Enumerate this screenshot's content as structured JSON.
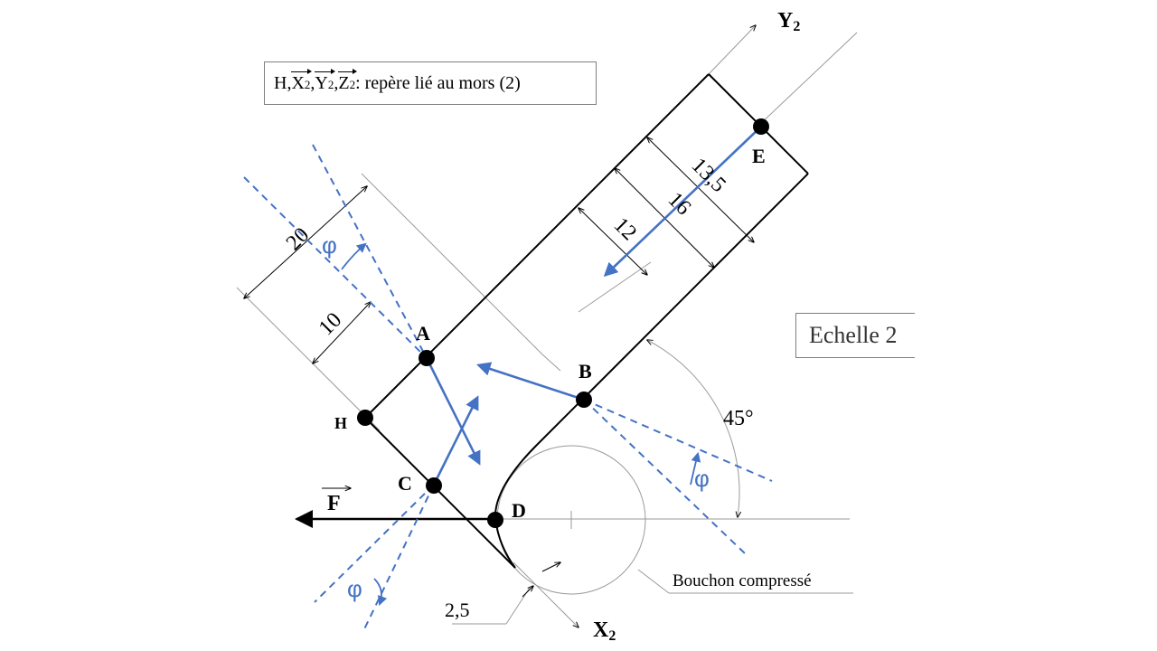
{
  "caption": {
    "prefix": "H, ",
    "x_vec": "X",
    "y_vec": "Y",
    "z_vec": "Z",
    "index": "2",
    "sep": ",",
    "suffix": " : repère lié au mors (2)"
  },
  "scale_label": "Echelle 2",
  "points": {
    "A": "A",
    "B": "B",
    "C": "C",
    "D": "D",
    "E": "E",
    "H": "H"
  },
  "axes": {
    "y_axis": "Y",
    "x_axis": "X",
    "index": "2"
  },
  "force": "F",
  "dimensions": {
    "d20": "20",
    "d10": "10",
    "d12": "12",
    "d16": "16",
    "d13_5": "13,5",
    "d2_5": "2,5"
  },
  "angle_label": "45°",
  "phi": "φ",
  "cork_label": "Bouchon compressé",
  "colors": {
    "blue": "#4472c4",
    "ink": "#000000",
    "thin": "#9a9a9a"
  }
}
